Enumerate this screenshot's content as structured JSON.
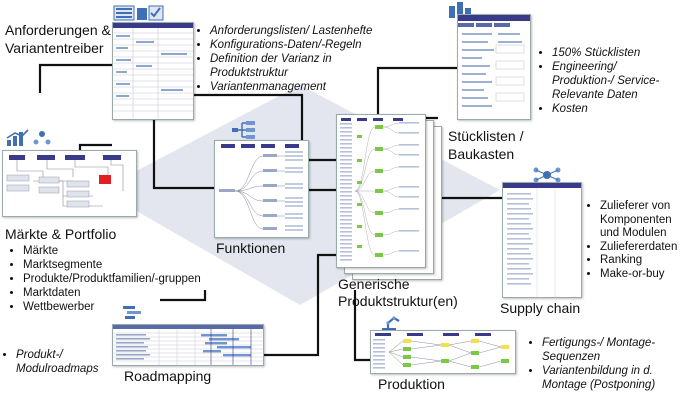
{
  "labels": {
    "anforderungen": "Anforderungen &",
    "variantentreiber": "Variantentreiber",
    "maerkte_portfolio": "Märkte & Portfolio",
    "funktionen": "Funktionen",
    "generische_1": "Generische",
    "generische_2": "Produktstruktur(en)",
    "stuecklisten_1": "Stücklisten /",
    "stuecklisten_2": "Baukasten",
    "supply_chain": "Supply chain",
    "roadmapping": "Roadmapping",
    "produktion": "Produktion"
  },
  "lists": {
    "anforderungen": [
      "Anforderungslisten/ Lastenhefte",
      "Konfigurations-Daten/-Regeln",
      "Definition der Varianz in",
      "Produktstruktur",
      "Variantenmanagement"
    ],
    "stuecklisten": [
      "150% Stücklisten",
      "Engineering/",
      "Produktion-/  Service-",
      "Relevante Daten",
      "Kosten"
    ],
    "maerkte": [
      "Märkte",
      "Marktsegmente",
      "Produkte/Produktfamilien/-gruppen",
      "Marktdaten",
      "Wettbewerber"
    ],
    "supply": [
      "Zulieferer von",
      "Komponenten",
      "und Modulen",
      "Zuliefererdaten",
      "Ranking",
      "Make-or-buy"
    ],
    "roadmap": [
      "Produkt-/",
      "Modulroadmaps"
    ],
    "produktion": [
      "Fertigungs-/ Montage-",
      "Sequenzen",
      "Variantenbildung in d.",
      "Montage (Postponing)"
    ]
  },
  "colors": {
    "connector": "#111111",
    "diamond": "#e3e6ee",
    "header_bar": "#3a3a8a",
    "node_green": "#7ac943",
    "node_yellow": "#f2e14a",
    "icon_blue": "#3f6fb5",
    "accent_red": "#e02020"
  }
}
